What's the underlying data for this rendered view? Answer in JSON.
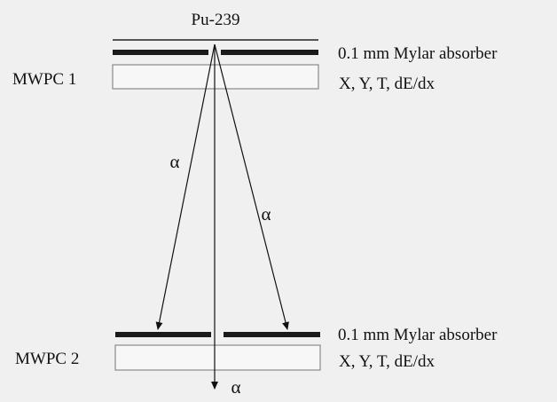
{
  "diagram": {
    "source": {
      "label": "Pu-239"
    },
    "detectors": [
      {
        "name": "MWPC 1",
        "absorber_label": "0.1 mm Mylar absorber",
        "readout_label": "X, Y, T, dE/dx"
      },
      {
        "name": "MWPC 2",
        "absorber_label": "0.1 mm Mylar absorber",
        "readout_label": "X, Y, T, dE/dx"
      }
    ],
    "particles": {
      "left": "α",
      "right": "α",
      "straight": "α"
    },
    "colors": {
      "background": "#f0f0f0",
      "ink": "#111111",
      "chamber_fill": "#f7f7f7",
      "chamber_stroke": "#8a8a8a"
    }
  }
}
